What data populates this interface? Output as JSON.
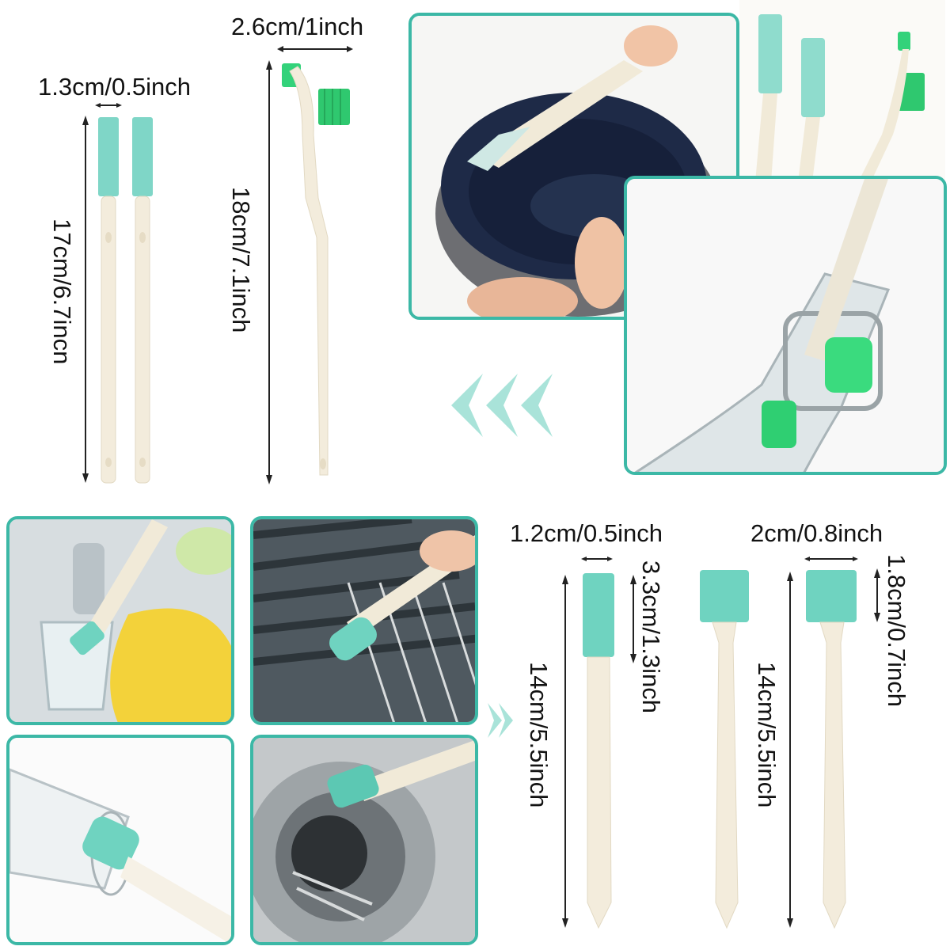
{
  "dimensions": {
    "tool_a_width": "1.3cm/0.5inch",
    "tool_a_length": "17cm/6.7incn",
    "tool_b_width": "2.6cm/1inch",
    "tool_b_length": "18cm/7.1inch",
    "tool_c_width": "1.2cm/0.5inch",
    "tool_c_head": "3.3cm/1.3inch",
    "tool_c_length": "14cm/5.5inch",
    "tool_d_width": "2cm/0.8inch",
    "tool_d_head": "1.8cm/0.7inch",
    "tool_d_length": "14cm/5.5inch"
  },
  "colors": {
    "accent_teal": "#3cb8a6",
    "sponge": "#6fd3c0",
    "brush_green": "#33d27a",
    "handle": "#f3ecdc"
  },
  "icons": [
    "double-chevron-left-icon",
    "double-chevron-right-icon"
  ]
}
